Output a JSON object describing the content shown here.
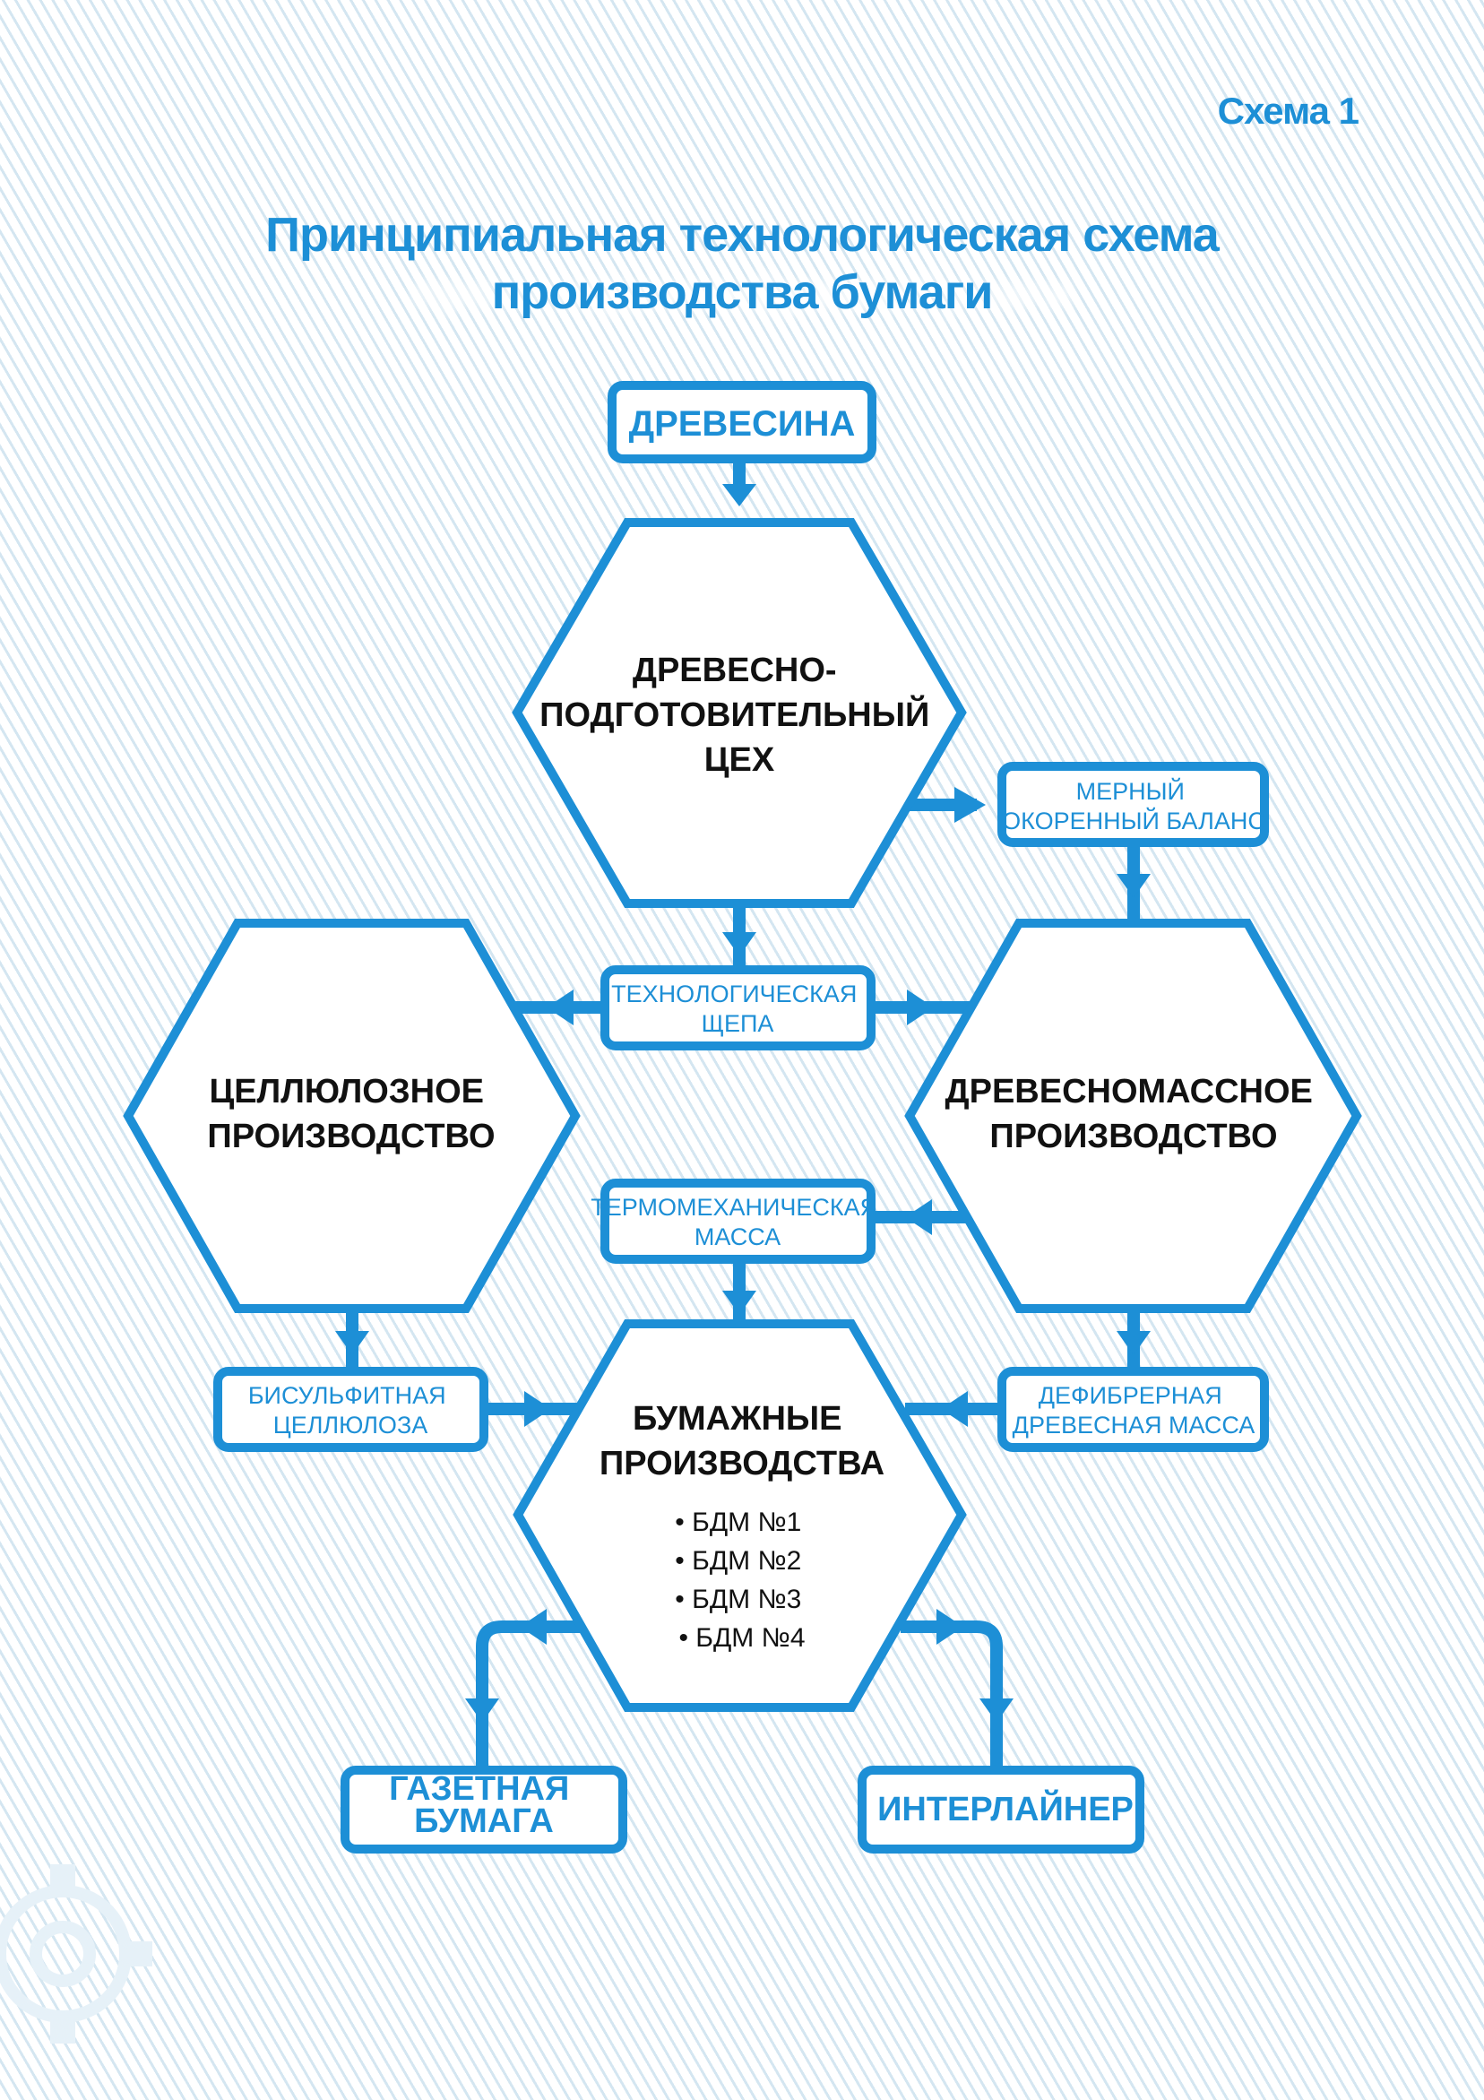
{
  "header": {
    "scheme_label": "Схема 1",
    "title_line1": "Принципиальная технологическая схема",
    "title_line2": "производства бумаги"
  },
  "colors": {
    "accent": "#1d8fd6",
    "box_fill": "#ffffff",
    "background_stripe": "#d4e6f1"
  },
  "nodes": {
    "wood": [
      "ДРЕВЕСИНА"
    ],
    "wood_prep": [
      "ДРЕВЕСНО-",
      "ПОДГОТОВИТЕЛЬНЫЙ",
      "ЦЕХ"
    ],
    "barked_logs": [
      "МЕРНЫЙ",
      "ОКОРЕННЫЙ БАЛАНС"
    ],
    "chips": [
      "ТЕХНОЛОГИЧЕСКАЯ",
      "ЩЕПА"
    ],
    "pulp_production": [
      "ЦЕЛЛЮЛОЗНОЕ",
      "ПРОИЗВОДСТВО"
    ],
    "groundwood_production": [
      "ДРЕВЕСНОМАССНОЕ",
      "ПРОИЗВОДСТВО"
    ],
    "tmp": [
      "ТЕРМОМЕХАНИЧЕСКАЯ",
      "МАССА"
    ],
    "sulfite_pulp": [
      "БИСУЛЬФИТНАЯ",
      "ЦЕЛЛЮЛОЗА"
    ],
    "ground_wood": [
      "ДЕФИБРЕРНАЯ",
      "ДРЕВЕСНАЯ МАССА"
    ],
    "paper_production": [
      "БУМАЖНЫЕ",
      "ПРОИЗВОДСТВА"
    ],
    "paper_machines": [
      "• БДМ №1",
      "• БДМ №2",
      "• БДМ №3",
      "• БДМ №4"
    ],
    "newsprint": [
      "ГАЗЕТНАЯ",
      "БУМАГА"
    ],
    "interliner": [
      "ИНТЕРЛАЙНЕР"
    ]
  }
}
